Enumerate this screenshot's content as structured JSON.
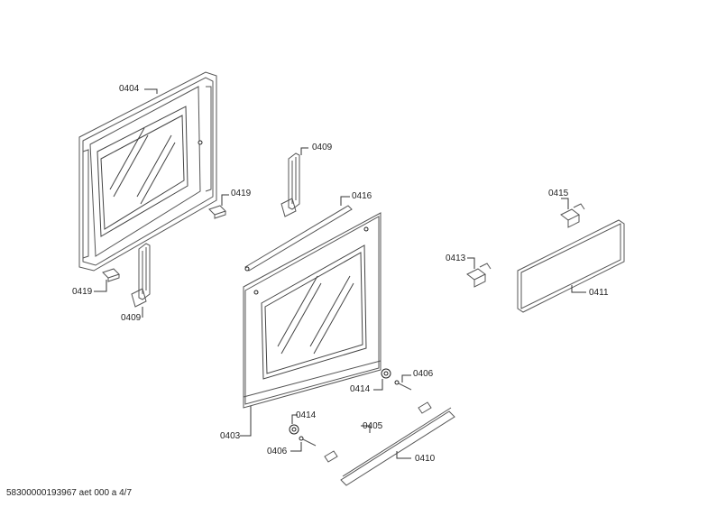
{
  "diagram": {
    "labels": {
      "p0404": "0404",
      "p0409a": "0409",
      "p0419a": "0419",
      "p0416": "0416",
      "p0415": "0415",
      "p0419b": "0419",
      "p0409b": "0409",
      "p0413": "0413",
      "p0411": "0411",
      "p0406a": "0406",
      "p0414a": "0414",
      "p0405": "0405",
      "p0414b": "0414",
      "p0403": "0403",
      "p0410": "0410",
      "p0406b": "0406"
    },
    "footer": "58300000193967 aet 000 a 4/7"
  }
}
